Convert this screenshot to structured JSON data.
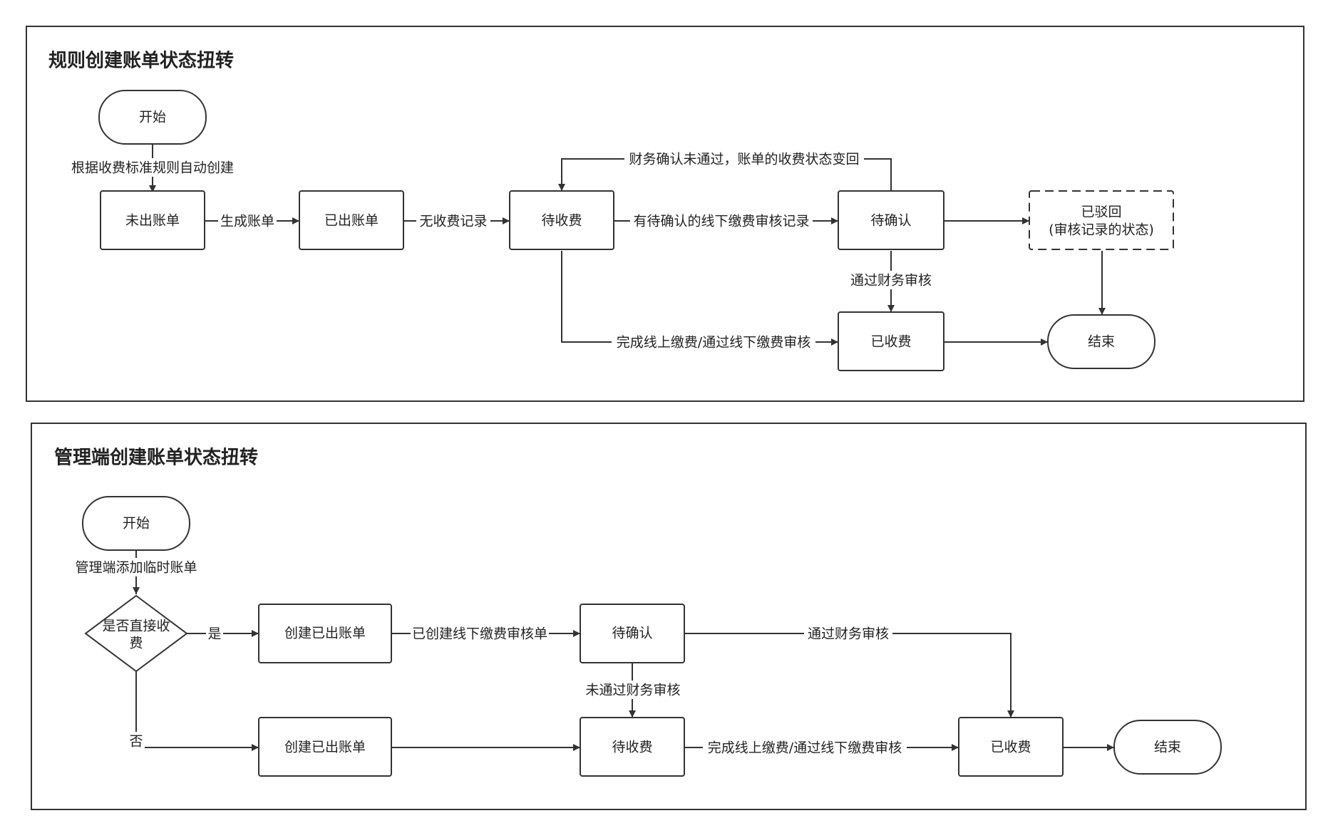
{
  "diagram1": {
    "title": "规则创建账单状态扭转",
    "nodes": {
      "start": "开始",
      "unbilled": "未出账单",
      "billed": "已出账单",
      "pending_payment": "待收费",
      "pending_confirm": "待确认",
      "rejected_line1": "已驳回",
      "rejected_line2": "(审核记录的状态)",
      "paid": "已收费",
      "end": "结束"
    },
    "edges": {
      "auto_create": "根据收费标准规则自动创建",
      "generate_bill": "生成账单",
      "no_payment_record": "无收费记录",
      "has_offline_record": "有待确认的线下缴费审核记录",
      "finance_rejected": "财务确认未通过，账单的收费状态变回",
      "finance_passed": "通过财务审核",
      "online_or_offline_paid": "完成线上缴费/通过线下缴费审核"
    }
  },
  "diagram2": {
    "title": "管理端创建账单状态扭转",
    "nodes": {
      "start": "开始",
      "decision_line1": "是否直接收",
      "decision_line2": "费",
      "create_billed_yes": "创建已出账单",
      "pending_confirm": "待确认",
      "create_billed_no": "创建已出账单",
      "pending_payment": "待收费",
      "paid": "已收费",
      "end": "结束"
    },
    "edges": {
      "admin_add": "管理端添加临时账单",
      "yes": "是",
      "no": "否",
      "created_offline": "已创建线下缴费审核单",
      "finance_passed": "通过财务审核",
      "finance_not_passed": "未通过财务审核",
      "online_or_offline_paid": "完成线上缴费/通过线下缴费审核"
    }
  }
}
